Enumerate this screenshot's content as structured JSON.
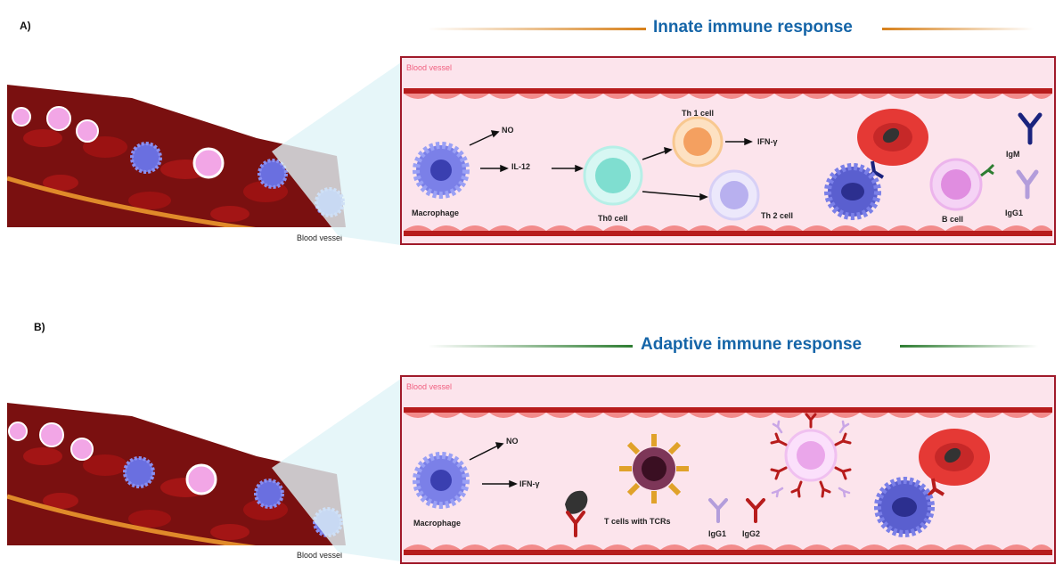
{
  "panels": [
    {
      "letter": "A)",
      "heading": "Innate immune response",
      "heading_color": "#1565a8",
      "line_color": "#d7801a",
      "vessel_label_left": "Blood vessel",
      "vessel_label_box": "Blood vessel",
      "labels": {
        "no": "NO",
        "il12": "IL-12",
        "macrophage": "Macrophage",
        "th0": "Th0 cell",
        "th1": "Th 1 cell",
        "ifng": "IFN-γ",
        "th2": "Th 2 cell",
        "bcell": "B cell",
        "igm": "IgM",
        "igg1": "IgG1"
      }
    },
    {
      "letter": "B)",
      "heading": "Adaptive immune response",
      "heading_color": "#1565a8",
      "line_color": "#2e7d32",
      "vessel_label_left": "Blood vessel",
      "vessel_label_box": "Blood vessel",
      "labels": {
        "no": "NO",
        "ifng": "IFN-γ",
        "macrophage": "Macrophage",
        "tcells": "T cells with TCRs",
        "igg1": "IgG1",
        "igg2": "IgG2"
      }
    }
  ],
  "colors": {
    "macrophage": "#6a6fe0",
    "th0": "#8fe3d6",
    "th1": "#f7b26a",
    "th2": "#c9c2f2",
    "bcell": "#e79ae8",
    "rbc": "#e53935",
    "vessel_wall": "#b71c1c",
    "vessel_fill": "#fce4ec",
    "igm": "#1a237e",
    "igg1": "#b39ddb",
    "igg2": "#b71c1c"
  }
}
